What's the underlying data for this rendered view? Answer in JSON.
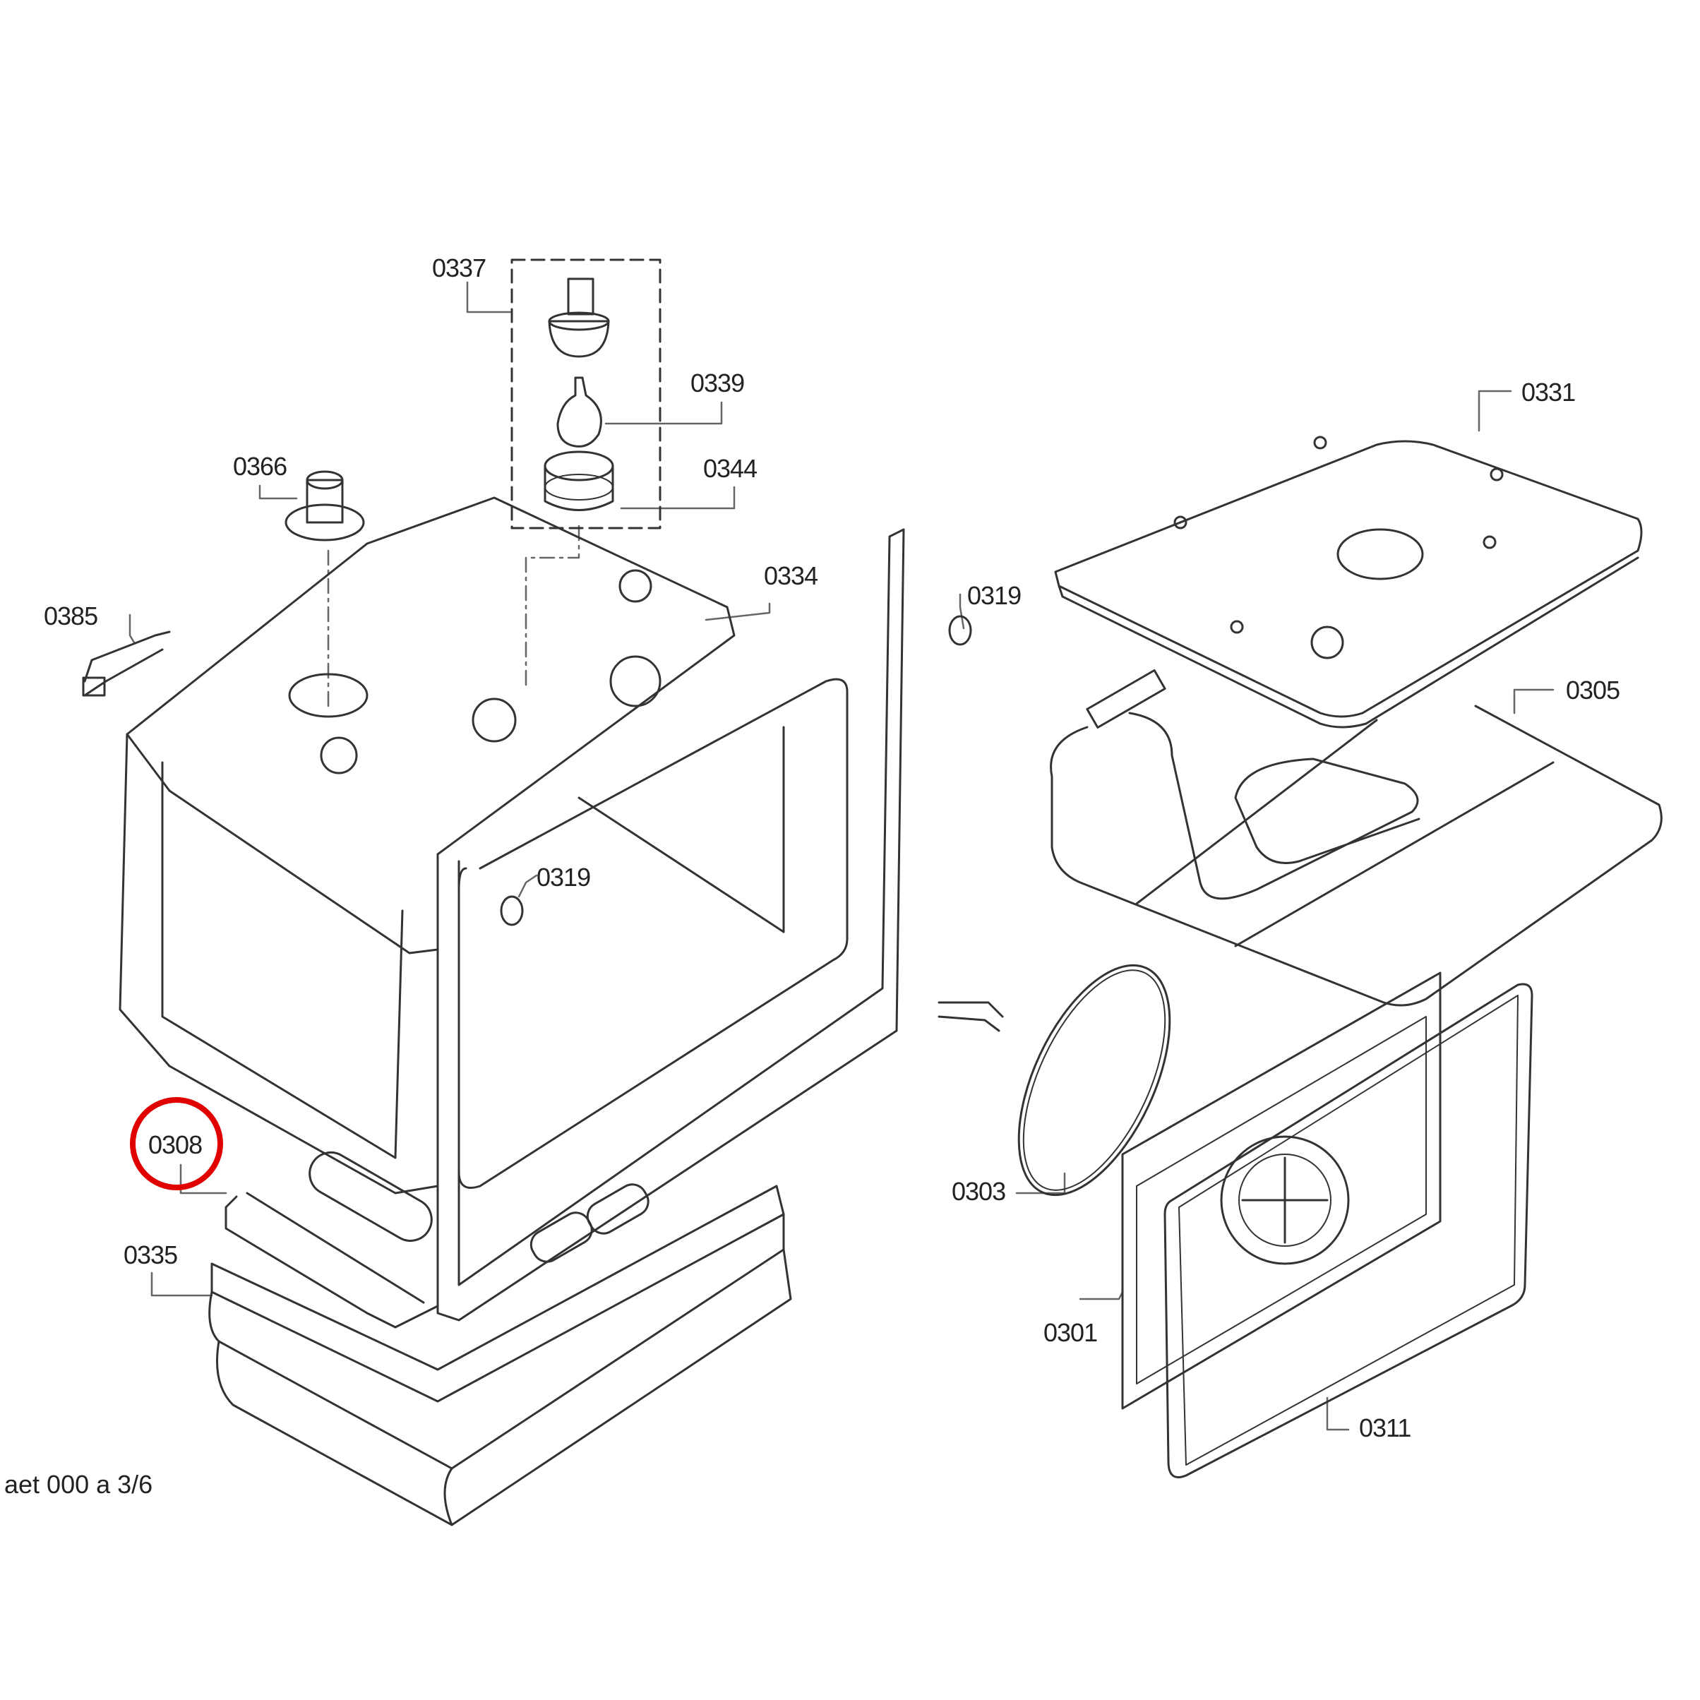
{
  "diagram": {
    "type": "exploded parts diagram (oven)",
    "footer": "aet 000 a 3/6",
    "highlight": {
      "part": "0308",
      "color": "#e10000"
    },
    "parts": [
      {
        "id": "0337",
        "desc": "lamp holder assembly"
      },
      {
        "id": "0339",
        "desc": "bulb"
      },
      {
        "id": "0344",
        "desc": "lamp cover"
      },
      {
        "id": "0366",
        "desc": "vent fitting"
      },
      {
        "id": "0385",
        "desc": "hinge/bracket"
      },
      {
        "id": "0334",
        "desc": "oven cavity"
      },
      {
        "id": "0319",
        "desc": "clip (top)"
      },
      {
        "id": "0319b",
        "label": "0319",
        "desc": "clip (cavity)"
      },
      {
        "id": "0331",
        "desc": "top cover panel"
      },
      {
        "id": "0305",
        "desc": "grill heating element"
      },
      {
        "id": "0303",
        "desc": "circular fan heating element"
      },
      {
        "id": "0301",
        "desc": "rear fan panel"
      },
      {
        "id": "0311",
        "desc": "gasket"
      },
      {
        "id": "0308",
        "desc": "bottom heating element"
      },
      {
        "id": "0335",
        "desc": "insulation"
      }
    ]
  },
  "labels": {
    "l0337": "0337",
    "l0339": "0339",
    "l0344": "0344",
    "l0366": "0366",
    "l0385": "0385",
    "l0334": "0334",
    "l0319a": "0319",
    "l0319b": "0319",
    "l0331": "0331",
    "l0305": "0305",
    "l0303": "0303",
    "l0301": "0301",
    "l0311": "0311",
    "l0308": "0308",
    "l0335": "0335"
  }
}
